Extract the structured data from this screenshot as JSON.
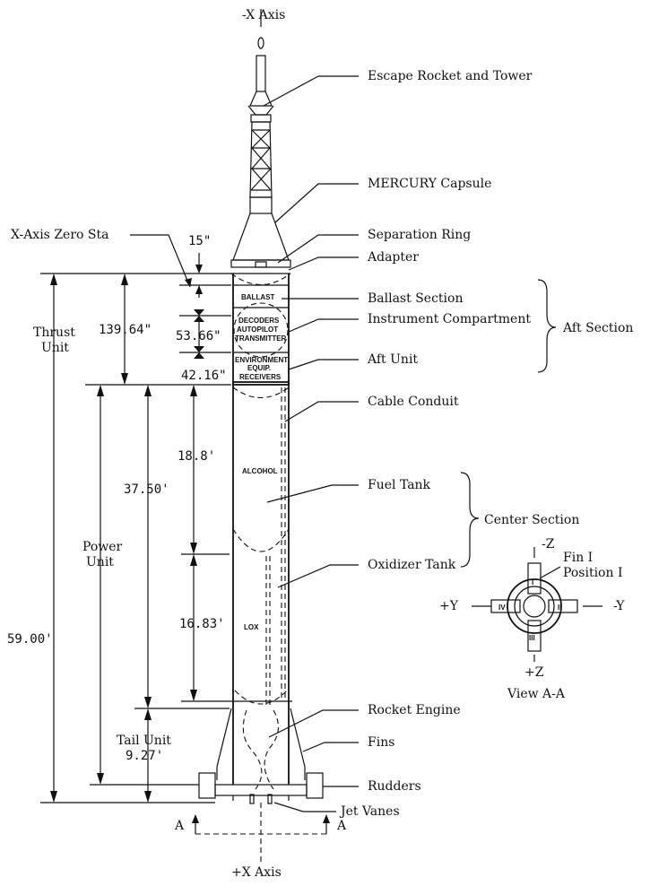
{
  "axes": {
    "minus_x": "-X Axis",
    "plus_x": "+X Axis"
  },
  "callouts": {
    "escape_tower": "Escape Rocket and Tower",
    "capsule": "MERCURY Capsule",
    "separation_ring": "Separation Ring",
    "adapter": "Adapter",
    "ballast_section": "Ballast Section",
    "instrument_compartment": "Instrument Compartment",
    "aft_unit": "Aft Unit",
    "cable_conduit": "Cable Conduit",
    "fuel_tank": "Fuel Tank",
    "oxidizer_tank": "Oxidizer Tank",
    "rocket_engine": "Rocket Engine",
    "fins": "Fins",
    "rudders": "Rudders",
    "jet_vanes": "Jet Vanes",
    "zero_station": "X-Axis Zero Sta"
  },
  "groups": {
    "aft_section": "Aft Section",
    "center_section": "Center Section"
  },
  "interior": {
    "ballast": "BALLAST",
    "decoders": "DECODERS",
    "autopilot": "AUTOPILOT",
    "transmitter": "TRANSMITTER",
    "environment": "ENVIRONMENT",
    "equip": "EQUIP.",
    "receivers": "RECEIVERS",
    "alcohol": "ALCOHOL",
    "lox": "LOX"
  },
  "dimensions": {
    "d15": "15\"",
    "d139": "139.64\"",
    "d53": "53.66\"",
    "d42": "42.16\"",
    "d188": "18.8'",
    "d3750": "37.50'",
    "d1683": "16.83'",
    "d5900": "59.00'"
  },
  "units": {
    "thrust_1": "Thrust",
    "thrust_2": "Unit",
    "power_1": "Power",
    "power_2": "Unit",
    "tail_1": "Tail Unit",
    "tail_2": "9.27'"
  },
  "view_aa": {
    "title": "View A-A",
    "minus_z": "-Z",
    "plus_z": "+Z",
    "plus_y": "+Y",
    "minus_y": "-Y",
    "fin_label_1": "Fin I",
    "fin_label_2": "Position I",
    "fin_1": "I",
    "fin_2": "II",
    "fin_3": "III",
    "fin_4": "IV"
  },
  "section_marks": {
    "left": "A",
    "right": "A"
  }
}
